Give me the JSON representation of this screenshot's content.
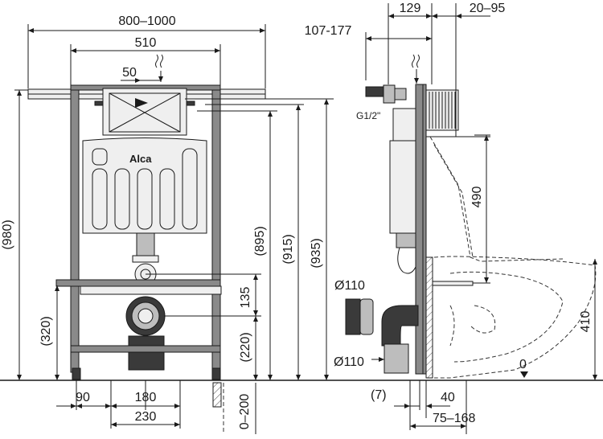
{
  "front_view": {
    "logo_text": "Alca",
    "dims": {
      "frame_width_range": "800–1000",
      "frame_width": "510",
      "offset_50": "50",
      "height_980": "(980)",
      "height_895": "(895)",
      "height_915": "(915)",
      "height_935": "(935)",
      "height_320": "(320)",
      "height_220": "(220)",
      "height_135": "135",
      "foot_90": "90",
      "foot_180": "180",
      "foot_230": "230",
      "floor_range": "0–200"
    }
  },
  "side_view": {
    "dims": {
      "top_129": "129",
      "top_20_95": "20–95",
      "top_107_177": "107-177",
      "thread": "G1/2\"",
      "height_490": "490",
      "pipe_upper": "Ø110",
      "pipe_lower": "Ø110",
      "height_410": "410",
      "zero": "0",
      "bottom_7": "(7)",
      "bottom_40": "40",
      "bottom_75_168": "75–168"
    }
  }
}
